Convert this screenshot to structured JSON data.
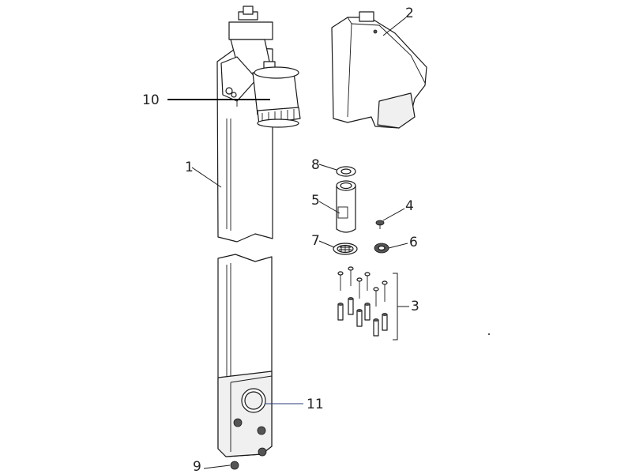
{
  "callouts": {
    "c1": "1",
    "c2": "2",
    "c3": "3",
    "c4": "4",
    "c5": "5",
    "c6": "6",
    "c7": "7",
    "c8": "8",
    "c9": "9",
    "c10": "10",
    "c11": "11"
  },
  "colors": {
    "line": "#1a1a1a",
    "leader_11": "#2a3c7a"
  }
}
